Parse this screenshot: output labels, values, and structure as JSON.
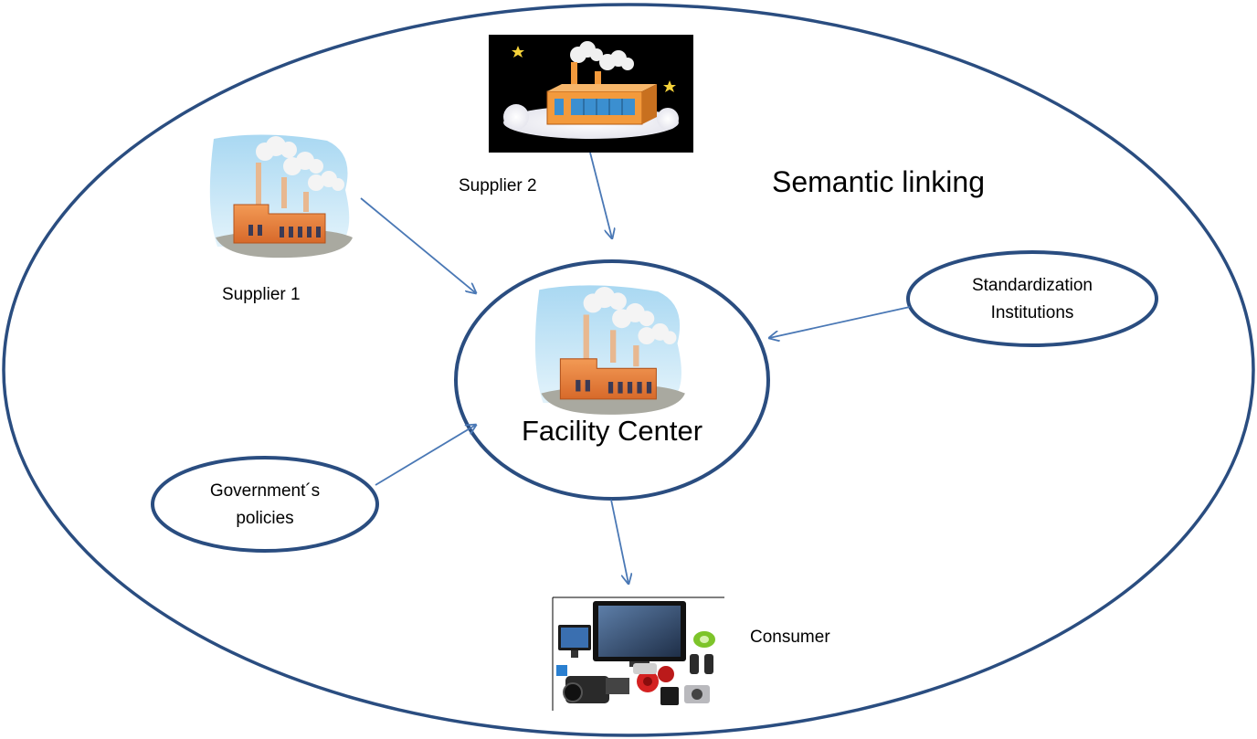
{
  "labels": {
    "semantic_linking": "Semantic linking",
    "facility_center": "Facility  Center",
    "supplier_1": "Supplier 1",
    "supplier_2": "Supplier 2",
    "consumer": "Consumer",
    "standardization_line1": "Standardization",
    "standardization_line2": "Institutions",
    "government_line1": "Government´s",
    "government_line2": "policies"
  },
  "colors": {
    "ellipse_stroke": "#2a4d80",
    "arrow": "#4a78b5",
    "building": "#e8813a",
    "sky": "#bfe3f5"
  },
  "icons": {
    "supplier_1": "factory-icon",
    "supplier_2": "factory-night-icon",
    "facility_center": "factory-icon",
    "consumer": "consumer-electronics-icon"
  }
}
